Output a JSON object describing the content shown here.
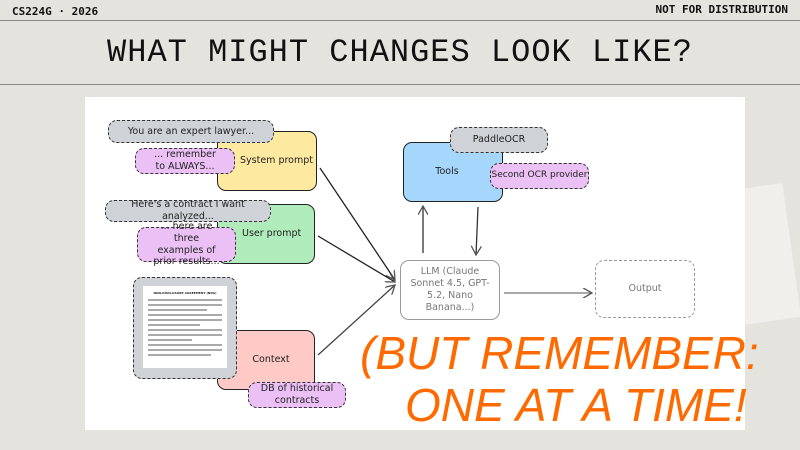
{
  "header": {
    "course": "CS224G · 2026",
    "notice": "NOT FOR DISTRIBUTION",
    "title": "WHAT MIGHT CHANGES LOOK LIKE?"
  },
  "diagram": {
    "system_prompt": {
      "label": "System prompt",
      "variant_a": "You are an expert lawyer...",
      "variant_b": "... remember to ALWAYS..."
    },
    "user_prompt": {
      "label": "User prompt",
      "variant_a": "Here's a contract I want analyzed...",
      "variant_b": "... here are three examples of prior results..."
    },
    "context": {
      "label": "Context",
      "document_title": "NON-DISCLOSURE AGREEMENT (NDA)",
      "variant_b": "DB of historical contracts"
    },
    "tools": {
      "label": "Tools",
      "variant_a": "PaddleOCR",
      "variant_b": "Second OCR provider"
    },
    "llm": {
      "label": "LLM (Claude Sonnet 4.5, GPT-5.2, Nano Banana...)"
    },
    "output": {
      "label": "Output"
    }
  },
  "overlay": {
    "line1": "(BUT REMEMBER:",
    "line2": "ONE AT A TIME!"
  },
  "colors": {
    "accent": "#ff6a00",
    "background": "#e5e3de"
  }
}
